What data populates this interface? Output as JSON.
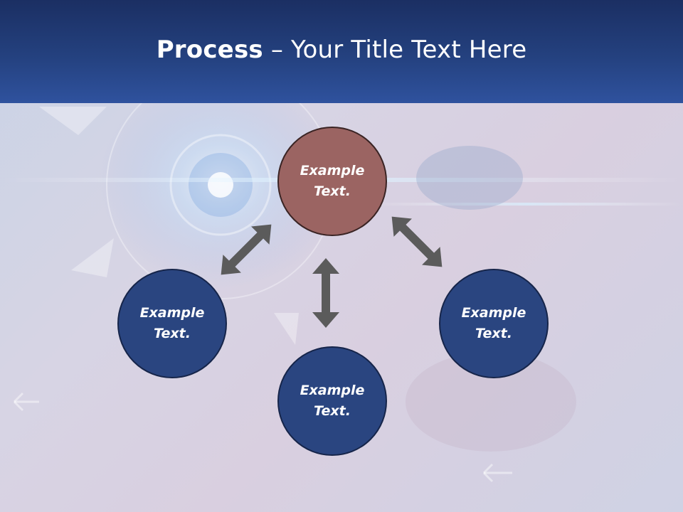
{
  "slide": {
    "title_bold": "Process",
    "title_rest": " – Your Title Text Here",
    "nodes": {
      "top": "Example Text.",
      "left": "Example Text.",
      "right": "Example Text.",
      "bottom": "Example Text."
    }
  },
  "colors": {
    "header": "#24417f",
    "accent_node": "#9b6462",
    "node": "#2a4580",
    "arrow": "#5b5b5b"
  },
  "icons": [
    "double-arrow-icon"
  ]
}
